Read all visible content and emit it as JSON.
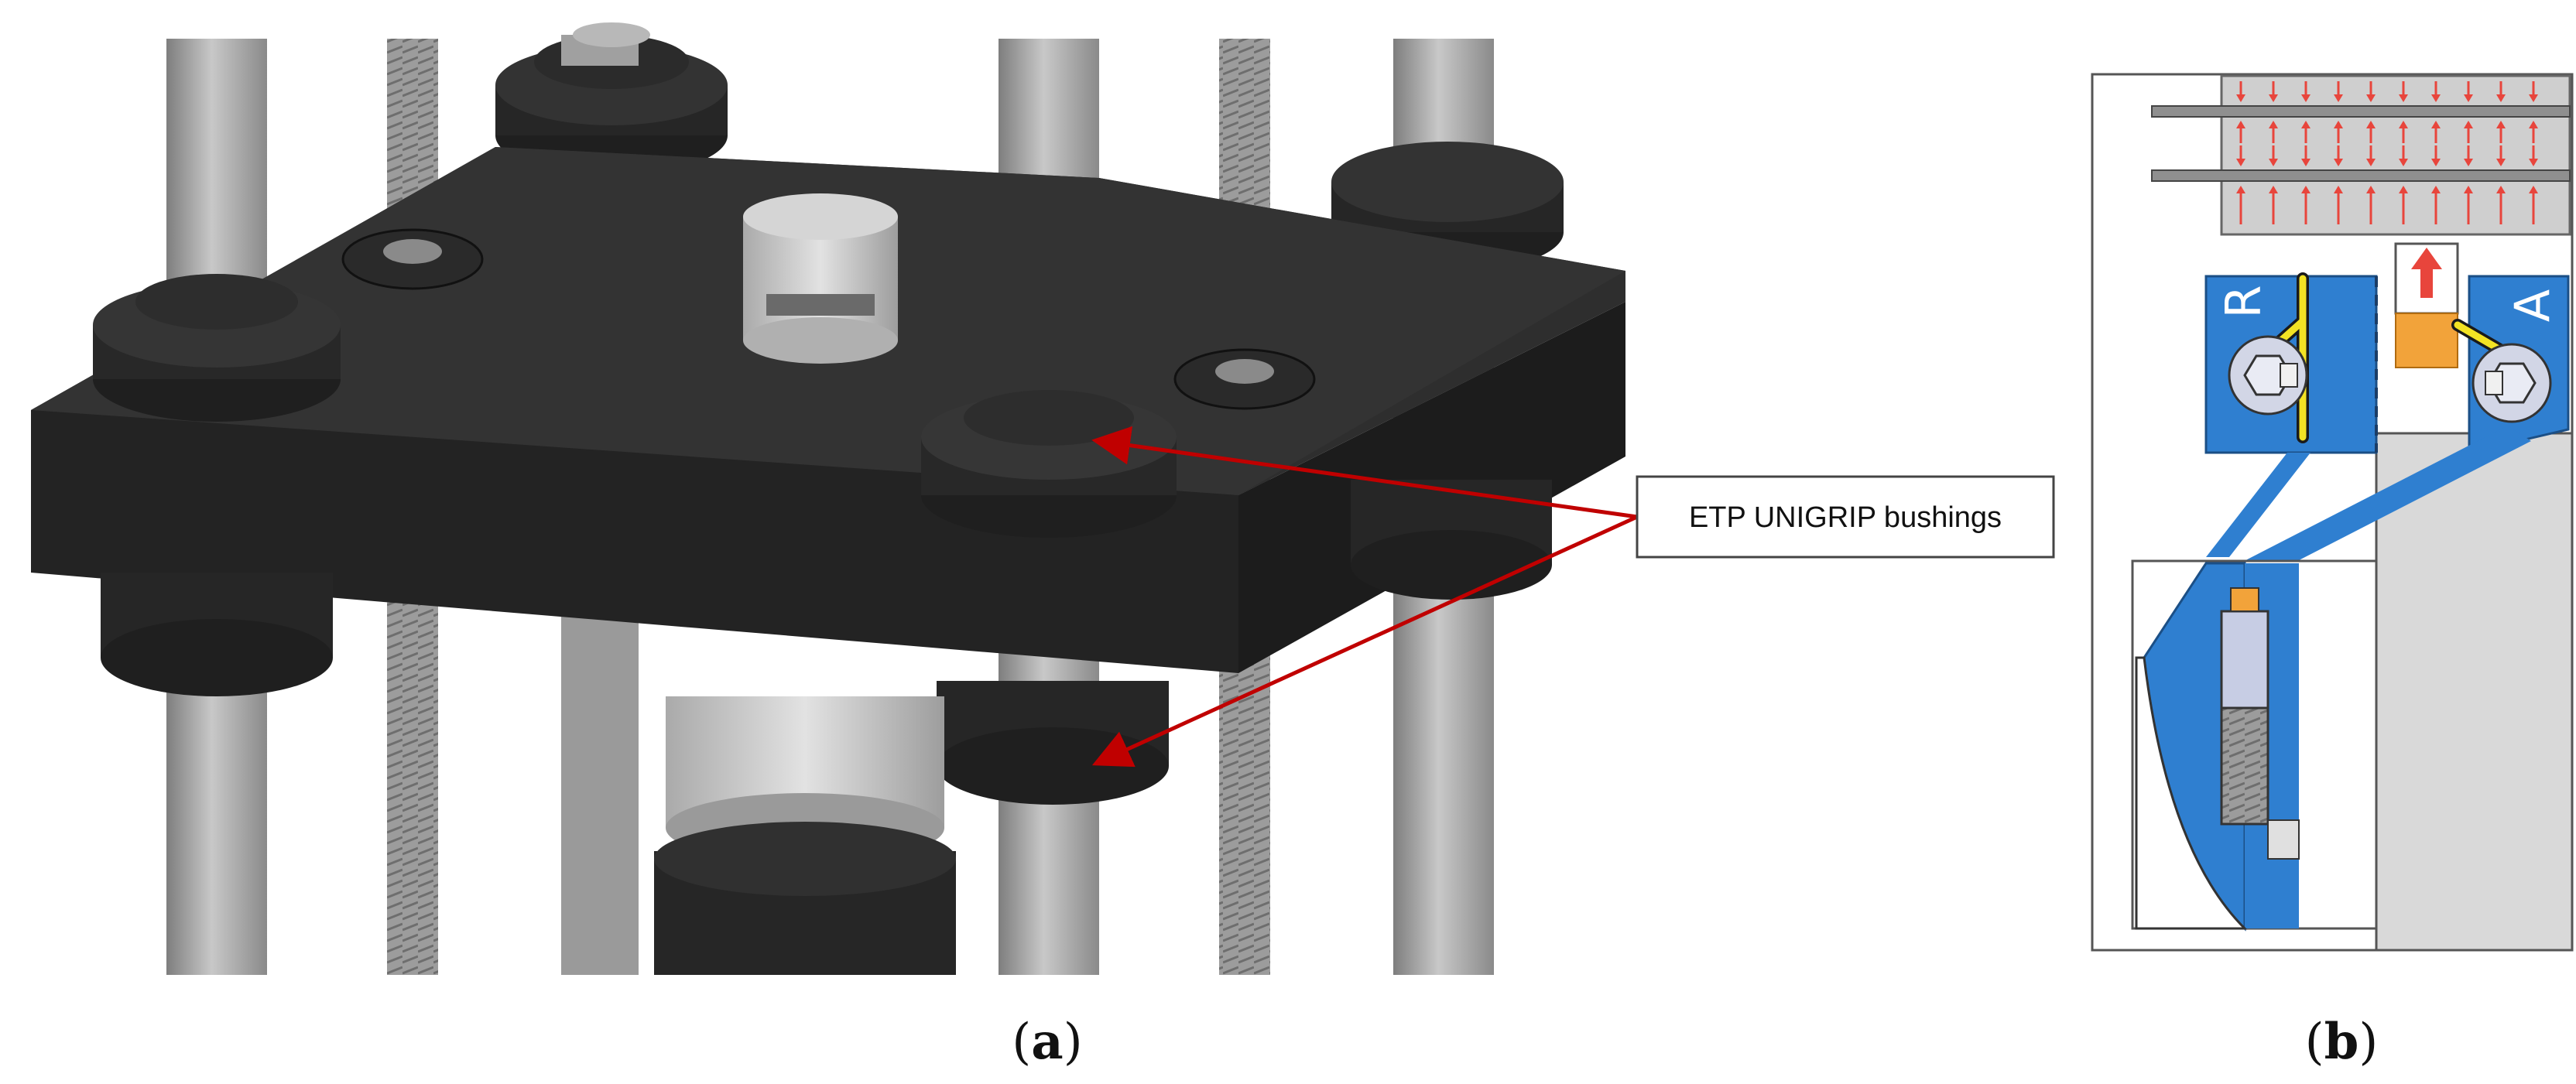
{
  "panel_a": {
    "callout": "ETP UNIGRIP bushings",
    "label_open": "(",
    "label_letter": "a",
    "label_close": ")"
  },
  "panel_b": {
    "letter_left": "R",
    "letter_right": "A",
    "label_open": "(",
    "label_letter": "b",
    "label_close": ")"
  },
  "colors": {
    "plate": "#2a2a2a",
    "rod": "#a9a9a9",
    "callout_arrow": "#c00000",
    "force_arrow": "#e8453c",
    "blue_body": "#2f7fd0",
    "yellow_lever": "#f3e324",
    "orange_piston": "#f2a33a"
  }
}
